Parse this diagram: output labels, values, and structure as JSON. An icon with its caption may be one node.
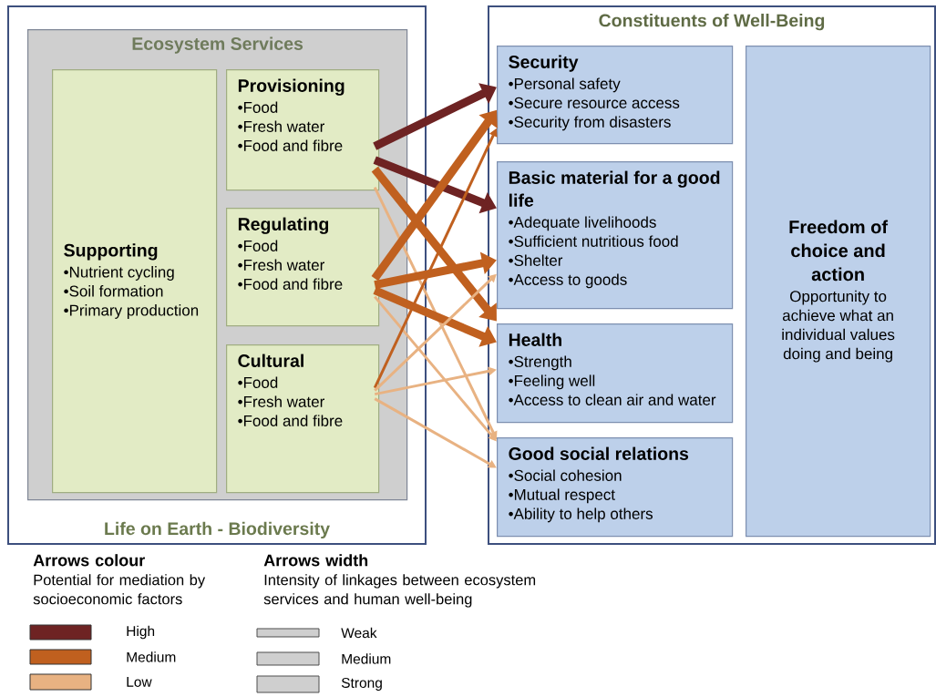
{
  "diagram": {
    "nodes": [
      {
        "text": [
          "Life on Earth - Biodiversity"
        ]
      },
      {
        "text": [
          "Ecosystem Services"
        ],
        "in": 0
      },
      {
        "text": [
          "Supporting",
          "•Nutrient cycling",
          "•Soil formation",
          "•Primary production"
        ],
        "in": 1
      },
      {
        "text": [
          "Provisioning",
          "•Food",
          "•Fresh water",
          "•Food and fibre"
        ],
        "in": 1
      },
      {
        "text": [
          "Regulating",
          "•Food",
          "•Fresh water",
          "•Food and fibre"
        ],
        "in": 1
      },
      {
        "text": [
          "Cultural",
          "•Food",
          "•Fresh water",
          "•Food and fibre"
        ],
        "in": 1
      },
      {
        "text": [
          "Constituents of Well-Being"
        ]
      },
      {
        "text": [
          "Security",
          "•Personal safety",
          "•Secure resource access",
          "•Security from disasters"
        ],
        "in": 6
      },
      {
        "text": [
          "Basic material for a good life",
          "•Adequate livelihoods",
          "•Sufficient nutritious food",
          "•Shelter",
          "•Access to goods"
        ],
        "in": 6
      },
      {
        "text": [
          "Health",
          "•Strength",
          "•Feeling well",
          "•Access to clean air and water"
        ],
        "in": 6
      },
      {
        "text": [
          "Good social relations",
          "•Social cohesion",
          "•Mutual respect",
          "•Ability to help others"
        ],
        "in": 6
      },
      {
        "text": [
          "Freedom of choice and action",
          "Opportunity to achieve what an individual values doing and being"
        ],
        "in": 6
      }
    ],
    "edges": [
      {
        "from": 3,
        "to": 7,
        "arrow": "to",
        "color": "#6e2323",
        "style": "thick"
      },
      {
        "from": 3,
        "to": 8,
        "arrow": "to",
        "color": "#6e2323",
        "style": "thick"
      },
      {
        "from": 3,
        "to": 9,
        "arrow": "to",
        "color": "#c0601f",
        "style": "thick"
      },
      {
        "from": 3,
        "to": 10,
        "arrow": "to",
        "color": "#e8b282"
      },
      {
        "from": 4,
        "to": 7,
        "arrow": "to",
        "color": "#c0601f",
        "style": "thick"
      },
      {
        "from": 4,
        "to": 8,
        "arrow": "to",
        "color": "#c0601f",
        "style": "thick"
      },
      {
        "from": 4,
        "to": 9,
        "arrow": "to",
        "color": "#c0601f",
        "style": "thick"
      },
      {
        "from": 4,
        "to": 10,
        "arrow": "to",
        "color": "#e8b282"
      },
      {
        "from": 5,
        "to": 7,
        "arrow": "to",
        "color": "#c0601f"
      },
      {
        "from": 5,
        "to": 8,
        "arrow": "to",
        "color": "#e8b282"
      },
      {
        "from": 5,
        "to": 9,
        "arrow": "to",
        "color": "#e8b282"
      },
      {
        "from": 5,
        "to": 10,
        "arrow": "to",
        "color": "#e8b282"
      }
    ],
    "labels": [
      "Arrows colour",
      "Potential for mediation by socioeconomic factors",
      "Arrows width",
      "Intensity of linkages between ecosystem services and human well-being"
    ],
    "legend": [
      {
        "text": "High",
        "color": "#6e2323"
      },
      {
        "text": "Medium",
        "color": "#c0601f"
      },
      {
        "text": "Low",
        "color": "#e8b282"
      },
      {
        "text": "Weak"
      },
      {
        "text": "Medium"
      },
      {
        "text": "Strong"
      }
    ]
  }
}
